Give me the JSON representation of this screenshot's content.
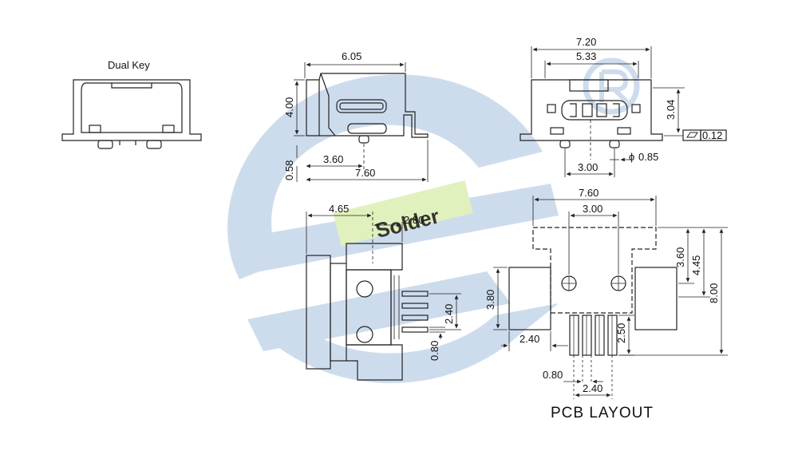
{
  "labels": {
    "dual_key": "Dual Key",
    "pcb_layout": "PCB  LAYOUT",
    "watermark_brand": "Solder"
  },
  "top_side_view": {
    "width": "6.05",
    "height": "4.00",
    "offset": "3.60",
    "total": "7.60",
    "standoff": "0.58"
  },
  "front_view": {
    "overall_width": "7.20",
    "inner_width": "5.33",
    "height": "3.04",
    "flatness": "0.12",
    "peg_pitch": "3.00",
    "peg_diameter": "0.85"
  },
  "bottom_view": {
    "width": "4.65",
    "offset": "2.80",
    "pin_pitch": "2.40",
    "pin_width": "0.80"
  },
  "pcb_layout": {
    "total_width": "7.60",
    "hole_pitch": "3.00",
    "pad_h1": "3.60",
    "pad_h2": "4.45",
    "total_height": "8.00",
    "pad_height": "3.80",
    "pad_width": "2.40",
    "pin_length": "2.50",
    "pin_width": "0.80",
    "pin_span": "2.40"
  },
  "colors": {
    "watermark_blue": "#c4d6ea",
    "watermark_green": "#dcefb2",
    "line": "#222222"
  }
}
